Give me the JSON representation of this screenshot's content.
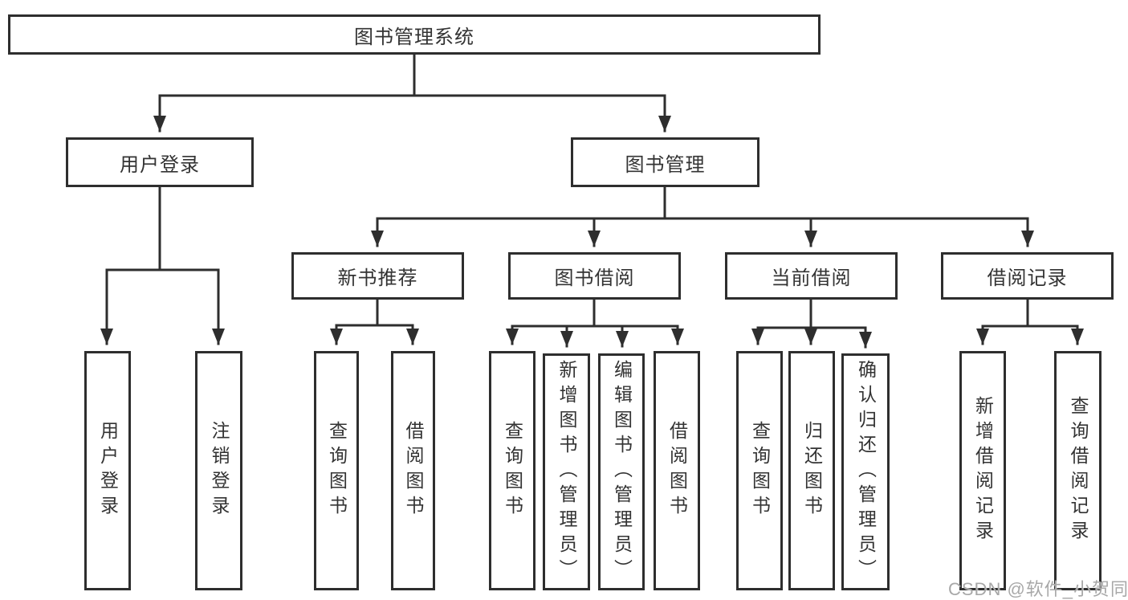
{
  "nodes": {
    "root": "图书管理系统",
    "l2": [
      "用户登录",
      "图书管理"
    ],
    "l3": [
      "新书推荐",
      "图书借阅",
      "当前借阅",
      "借阅记录"
    ],
    "leaves": {
      "user": [
        "用户登录",
        "注销登录"
      ],
      "recommend": [
        "查询图书",
        "借阅图书"
      ],
      "borrow": [
        "查询图书",
        "新增图书（管理员）",
        "编辑图书（管理员）",
        "借阅图书"
      ],
      "current": [
        "查询图书",
        "归还图书",
        "确认归还（管理员）"
      ],
      "records": [
        "新增借阅记录",
        "查询借阅记录"
      ]
    }
  },
  "watermark": "CSDN @软件_小贺同学",
  "colors": {
    "line": "#2e2e2e",
    "box_border": "#2e2e2e",
    "text": "#333333",
    "background": "#ffffff",
    "watermark": "#a8a8a8"
  }
}
